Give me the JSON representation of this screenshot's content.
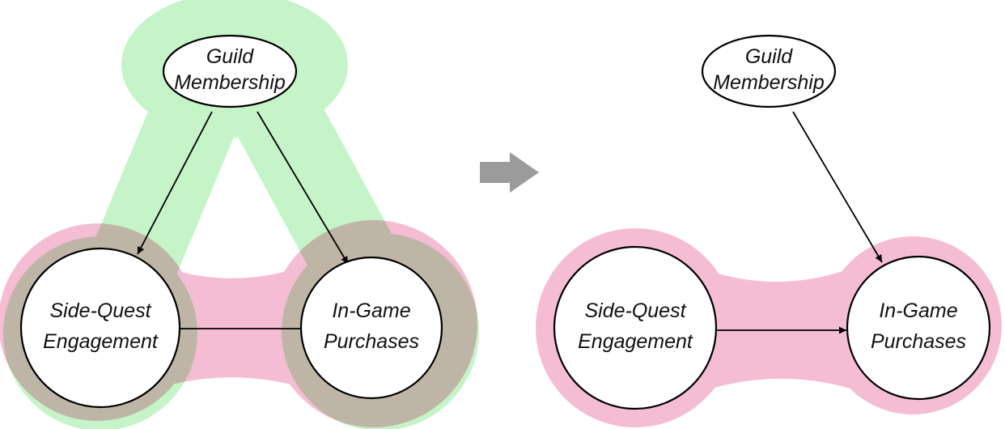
{
  "left_diagram": {
    "nodes": {
      "guild": {
        "line1": "Guild",
        "line2": "Membership"
      },
      "sidequest": {
        "line1": "Side-Quest",
        "line2": "Engagement"
      },
      "purchases": {
        "line1": "In-Game",
        "line2": "Purchases"
      }
    },
    "edges": [
      {
        "from": "Guild Membership",
        "to": "Side-Quest Engagement"
      },
      {
        "from": "Guild Membership",
        "to": "In-Game Purchases"
      },
      {
        "from": "Side-Quest Engagement",
        "to": "In-Game Purchases"
      }
    ],
    "regions": [
      {
        "name": "green",
        "color": "#c6f4c9",
        "members": [
          "Guild Membership",
          "Side-Quest Engagement",
          "In-Game Purchases"
        ]
      },
      {
        "name": "pink",
        "color": "#f5bdd3",
        "members": [
          "Side-Quest Engagement",
          "In-Game Purchases"
        ]
      }
    ]
  },
  "transition_arrow": {
    "color": "#9b9b9b"
  },
  "right_diagram": {
    "nodes": {
      "guild": {
        "line1": "Guild",
        "line2": "Membership"
      },
      "sidequest": {
        "line1": "Side-Quest",
        "line2": "Engagement"
      },
      "purchases": {
        "line1": "In-Game",
        "line2": "Purchases"
      }
    },
    "edges": [
      {
        "from": "Guild Membership",
        "to": "In-Game Purchases"
      },
      {
        "from": "Side-Quest Engagement",
        "to": "In-Game Purchases"
      }
    ],
    "regions": [
      {
        "name": "pink",
        "color": "#f5bdd3",
        "members": [
          "Side-Quest Engagement",
          "In-Game Purchases"
        ]
      }
    ]
  }
}
